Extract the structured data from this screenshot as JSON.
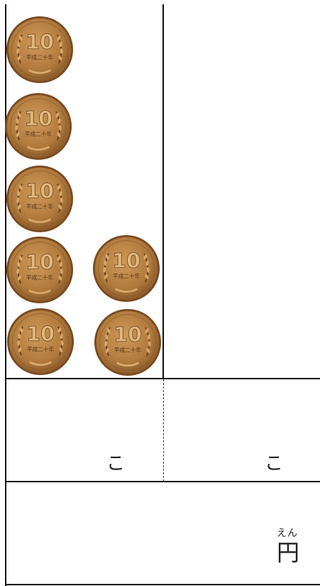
{
  "coin": {
    "denomination": "10",
    "era_text": "平成二十年",
    "colors": {
      "rim": "#8a5a2b",
      "face": "#b98545",
      "light": "#d7a86a",
      "dark": "#6b4220"
    },
    "icon": "ten-yen-coin-icon"
  },
  "left_column_coin_count": 5,
  "right_column_coin_count": 2,
  "count_cells": {
    "left_suffix": "こ",
    "right_suffix": "こ"
  },
  "answer": {
    "furigana": "えん",
    "unit": "円"
  }
}
